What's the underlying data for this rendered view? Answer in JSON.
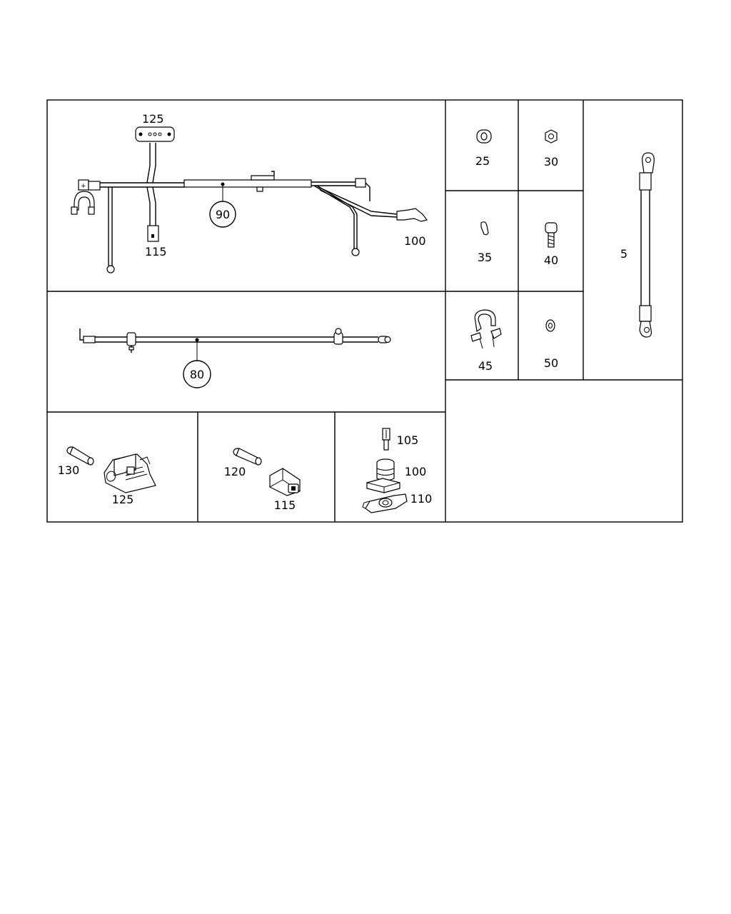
{
  "callouts": {
    "harness_90": "90",
    "harness_80": "80",
    "connector_125_top": "125",
    "connector_115_top": "115",
    "sensor_100_top": "100",
    "cable_5": "5",
    "plug_25": "25",
    "nut_30": "30",
    "clip_35": "35",
    "bolt_40": "40",
    "clamp_45": "45",
    "washer_50": "50",
    "pin_130": "130",
    "housing_125": "125",
    "pin_120": "120",
    "housing_115": "115",
    "pin_105": "105",
    "housing_100": "100",
    "bracket_110": "110"
  },
  "colors": {
    "line": "#000000",
    "background": "#ffffff"
  }
}
